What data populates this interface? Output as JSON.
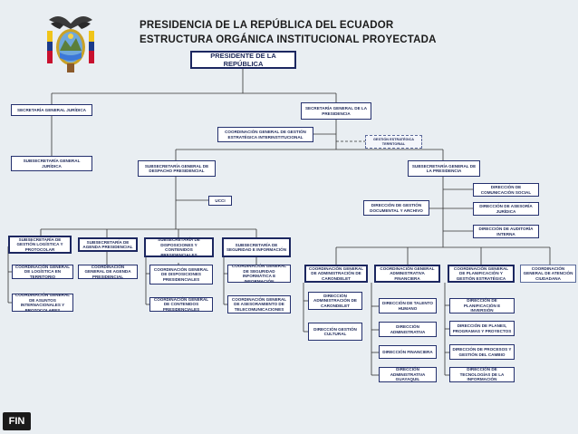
{
  "header": {
    "title_line1": "PRESIDENCIA DE LA REPÚBLICA DEL ECUADOR",
    "title_line2": "ESTRUCTURA ORGÁNICA INSTITUCIONAL PROYECTADA"
  },
  "nodes": {
    "presidente": "PRESIDENTE DE LA REPÚBLICA",
    "sec_juridica": "SECRETARÍA GENERAL JURÍDICA",
    "sec_presidencia": "SECRETARÍA GENERAL DE LA PRESIDENCIA",
    "coord_estrategica": "COORDINACIÓN GENERAL DE GESTIÓN ESTRATÉGICA INTERINSTITUCIONAL",
    "gestion_territorial": "GESTIÓN ESTRATÉGICA TERRITORIAL",
    "subsec_juridica": "SUBSECRETARÍA GENERAL JURÍDICA",
    "subsec_despacho": "SUBSECRETARÍA GENERAL DE DESPACHO PRESIDENCIAL",
    "subsec_presidencia": "SUBSECRETARÍA GENERAL DE LA PRESIDENCIA",
    "dir_comunicacion": "DIRECCIÓN DE COMUNICACIÓN SOCIAL",
    "dir_documental": "DIRECCIÓN DE GESTIÓN DOCUMENTAL Y ARCHIVO",
    "dir_asesoria": "DIRECCIÓN DE ASESORÍA JURÍDICA",
    "dir_auditoria": "DIRECCIÓN DE AUDITORÍA INTERNA",
    "ucci": "UCCI",
    "subsec_logistica": "SUBSECRETARÍA DE GESTIÓN LOGÍSTICA Y PROTOCOLAR",
    "subsec_agenda": "SUBSECRETARÍA DE AGENDA PRESIDENCIAL",
    "subsec_disposiciones": "SUBSECRETARÍA DE DISPOSICIONES Y CONTENIDOS PRESIDENCIALES",
    "subsec_seguridad": "SUBSECRETARÍA DE SEGURIDAD E INFORMACIÓN",
    "coord_logistica": "COORDINACIÓN GENERAL DE LOGÍSTICA EN TERRITORIO",
    "coord_agenda": "COORDINACIÓN GENERAL DE AGENDA PRESIDENCIAL",
    "coord_disposiciones": "COORDINACIÓN GENERAL DE DISPOSICIONES PRESIDENCIALES",
    "coord_seg_informatica": "COORDINACIÓN GENERAL DE SEGURIDAD INFORMÁTICA E INFORMACIÓN",
    "coord_internacionales": "COORDINACIÓN GENERAL DE ASUNTOS INTERNACIONALES Y PROTOCOLARES",
    "coord_contenidos": "COORDINACIÓN GENERAL DE CONTENIDOS PRESIDENCIALES",
    "coord_telecom": "COORDINACIÓN GENERAL DE ASESORAMIENTO DE TELECOMUNICACIONES",
    "coord_carondelet": "COORDINACIÓN GENERAL DE ADMINISTRACIÓN DE CARONDELET",
    "coord_financiera": "COORDINACIÓN GENERAL ADMINISTRATIVA FINANCIERA",
    "coord_planificacion": "COORDINACIÓN GENERAL DE PLANIFICACIÓN Y GESTIÓN ESTRATÉGICA",
    "coord_ciudadana": "COORDINACIÓN GENERAL DE ATENCIÓN CIUDADANA",
    "dir_admin_carondelet": "DIRECCIÓN ADMINISTRACIÓN DE CARONDELET",
    "dir_gestion_cultural": "DIRECCIÓN GESTIÓN CULTURAL",
    "dir_talento": "DIRECCIÓN DE TALENTO HUMANO",
    "dir_administrativa": "DIRECCIÓN ADMINISTRATIVA",
    "dir_financiera": "DIRECCIÓN FINANCIERA",
    "dir_admin_guayaquil": "DIRECCIÓN ADMINISTRATIVA GUAYAQUIL",
    "dir_planificacion": "DIRECCIÓN DE PLANIFICACIÓN E INVERSIÓN",
    "dir_planes": "DIRECCIÓN DE PLANES, PROGRAMAS Y PROYECTOS",
    "dir_procesos": "DIRECCIÓN DE PROCESOS Y GESTIÓN DEL CAMBIO",
    "dir_tecnologias": "DIRECCIÓN DE TECNOLOGÍAS DE LA INFORMACIÓN"
  },
  "footer": {
    "fin_label": "FIN"
  },
  "colors": {
    "background": "#e9eef2",
    "box_border": "#24306e",
    "box_text": "#1f2a5a",
    "line": "#333333"
  },
  "icons": {
    "coat_of_arms": "ecuador-coat-of-arms-icon"
  }
}
